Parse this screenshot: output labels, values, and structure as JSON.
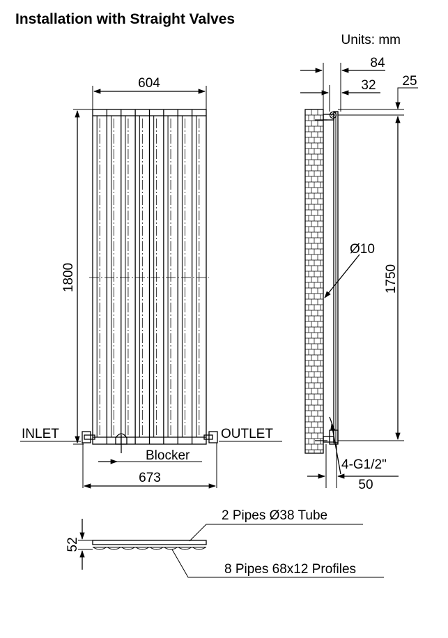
{
  "title": "Installation with Straight Valves",
  "units": "Units: mm",
  "front": {
    "width": "604",
    "height": "1800",
    "inlet": "INLET",
    "outlet": "OUTLET",
    "blocker": "Blocker",
    "valve_span": "673"
  },
  "side": {
    "d84": "84",
    "d32": "32",
    "d25": "25",
    "pipe": "Ø10",
    "height": "1750",
    "thread": "4-G1/2\"",
    "d50": "50"
  },
  "top": {
    "depth": "52",
    "tubes": "2 Pipes Ø38 Tube",
    "profiles": "8 Pipes 68x12  Profiles"
  },
  "colors": {
    "line": "#000000",
    "background": "#ffffff"
  }
}
